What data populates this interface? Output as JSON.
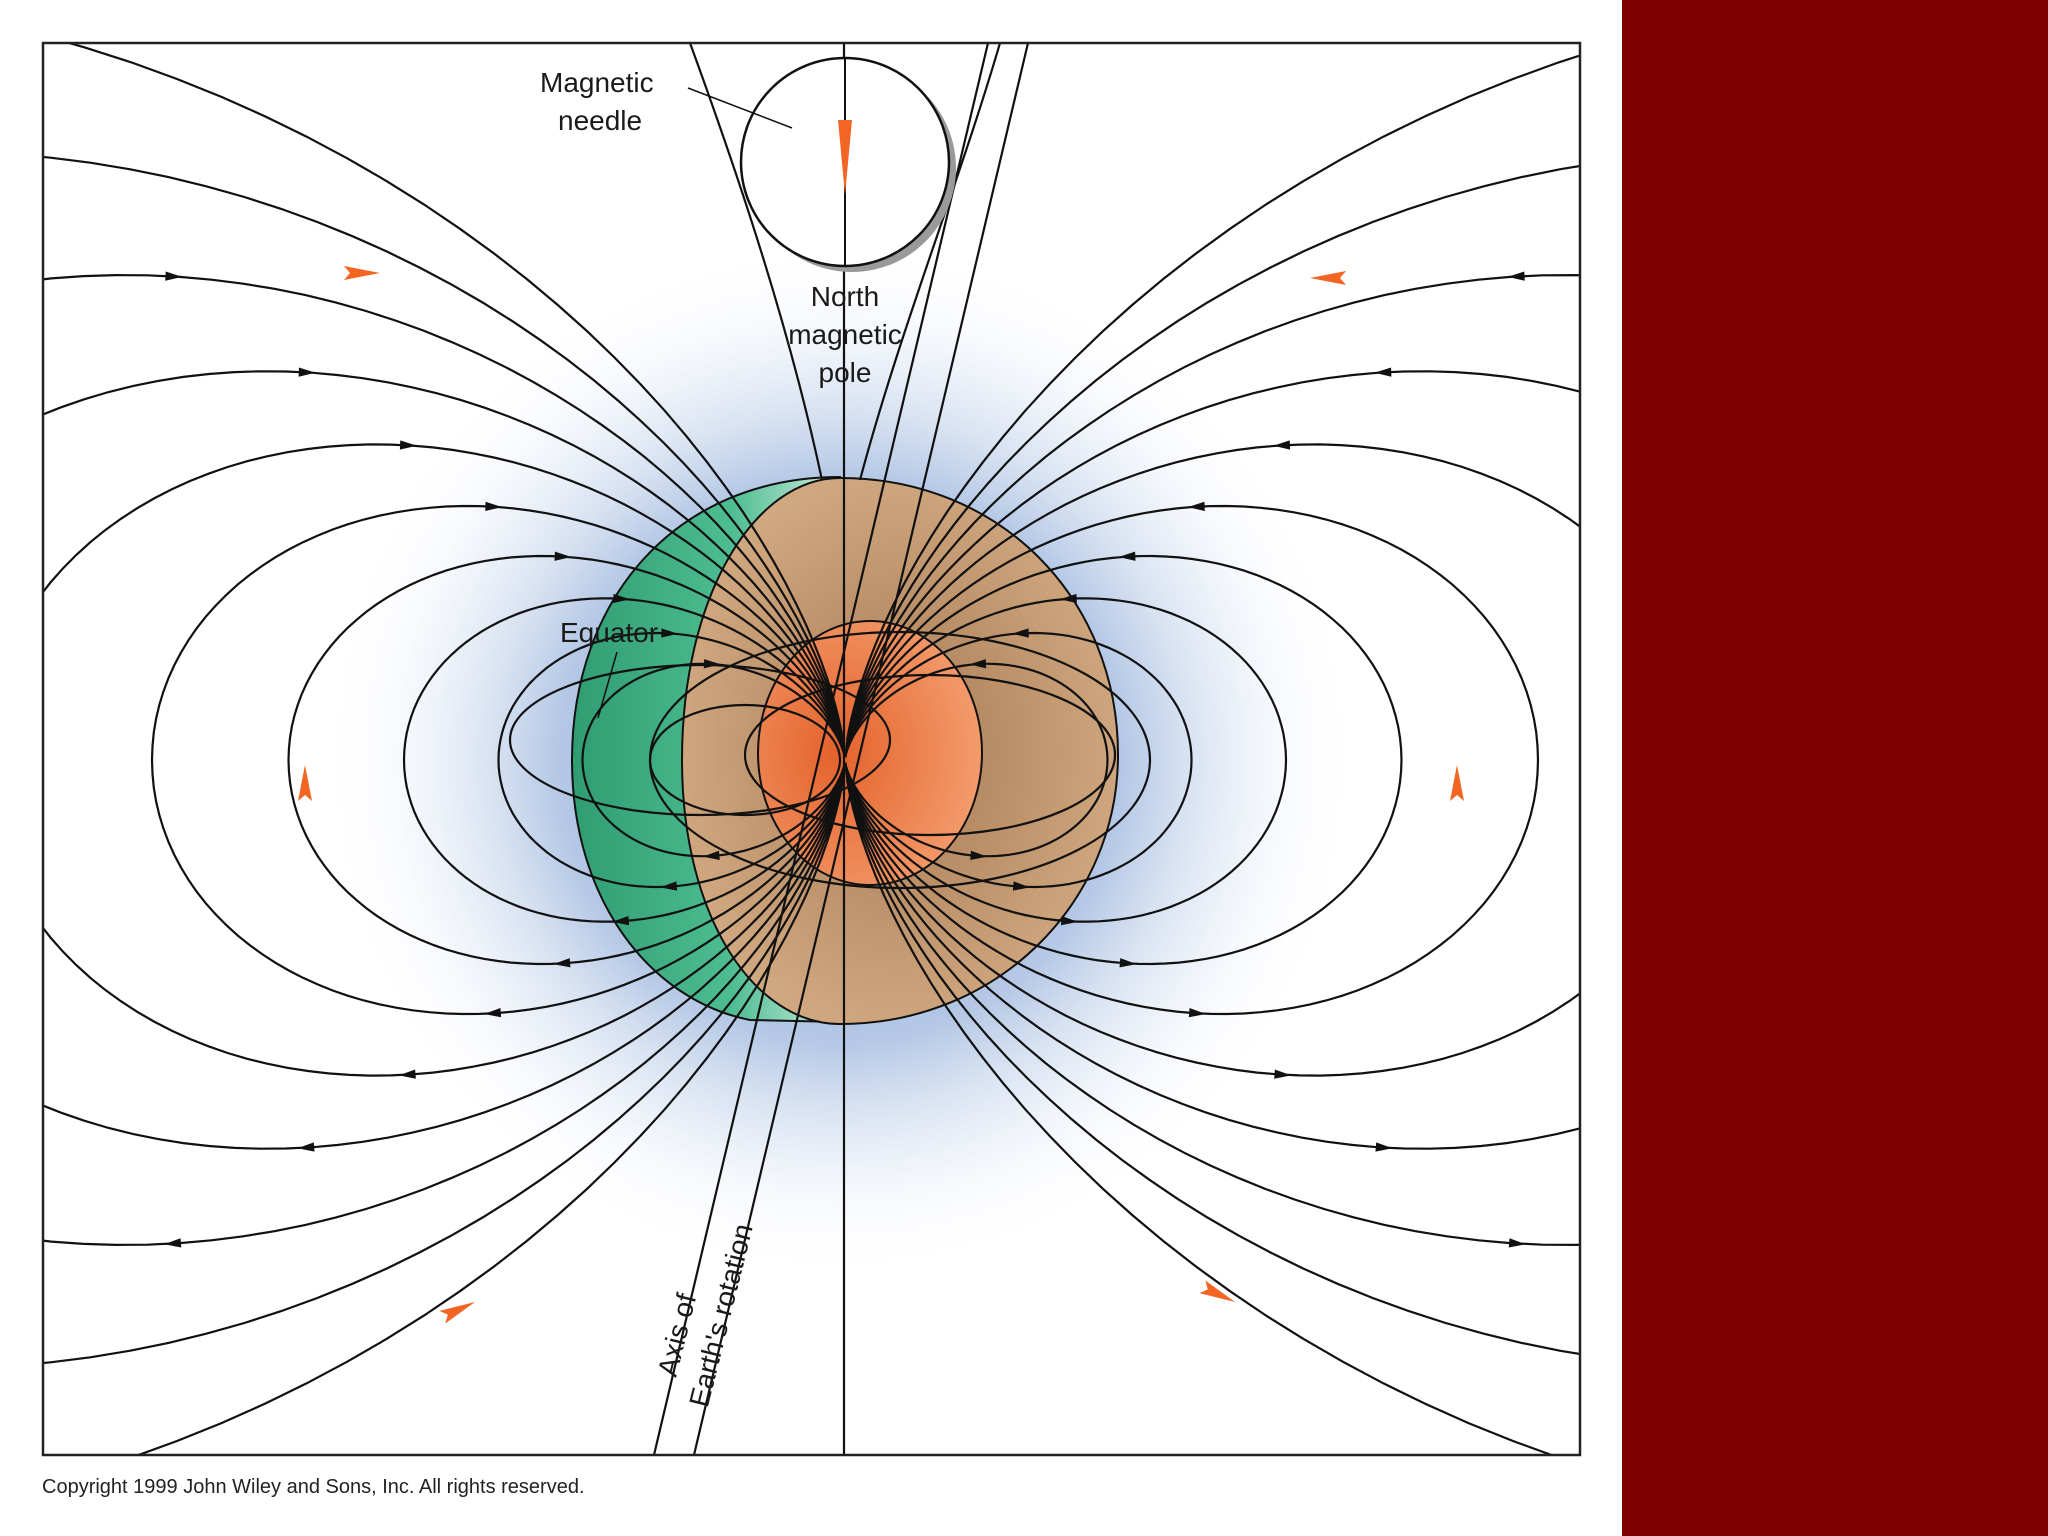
{
  "labels": {
    "magnetic_needle_1": "Magnetic",
    "magnetic_needle_2": "needle",
    "north_pole_1": "North",
    "north_pole_2": "magnetic",
    "north_pole_3": "pole",
    "equator": "Equator",
    "axis_1": "Axis of",
    "axis_2": "Earth's rotation"
  },
  "copyright": "Copyright 1999 John Wiley and Sons, Inc. All rights reserved.",
  "colors": {
    "sidebar": "#800000",
    "field_lines": "#111111",
    "arrow_accent": "#f26522",
    "earth_green": "#3fae86",
    "earth_tan": "#c99a70",
    "core": "#ec7a3c",
    "halo": "#6f93c9"
  }
}
